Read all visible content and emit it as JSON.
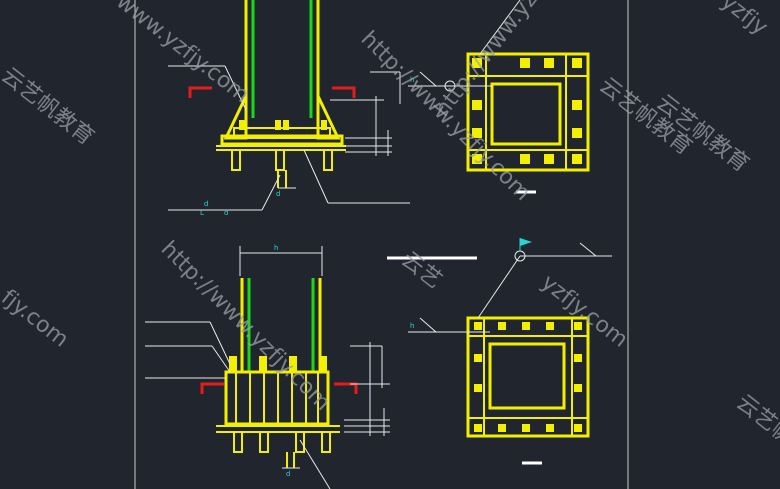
{
  "colors": {
    "background": "#21262e",
    "steel": "#f2f000",
    "column_web": "#18d818",
    "dimension": "#e8e8e8",
    "cyan_text": "#27d3d3",
    "red_marker": "#e41c1c",
    "watermark": "#9aa0a8"
  },
  "drawing": {
    "label_h_upper": "h",
    "label_d_upper": "d",
    "label_L_upper": "L",
    "label_d2_upper": "d",
    "label_d_upper_bolt": "d",
    "label_h_lower": "h",
    "label_d_lower_bolt": "d",
    "label_h_plan_upper": "h",
    "label_h_plan_lower": "h"
  },
  "watermarks": [
    "www.yzfjy.com",
    "http://www.yzfjy.com",
    "云艺帆教育",
    "云艺帆教育",
    "yzfjy",
    "http://www.yzfjy.com",
    "云艺帆教育",
    "fjy.com",
    "http://www.yzfjy.com",
    "云艺",
    "云艺帆教育",
    "yzfjy.com"
  ]
}
